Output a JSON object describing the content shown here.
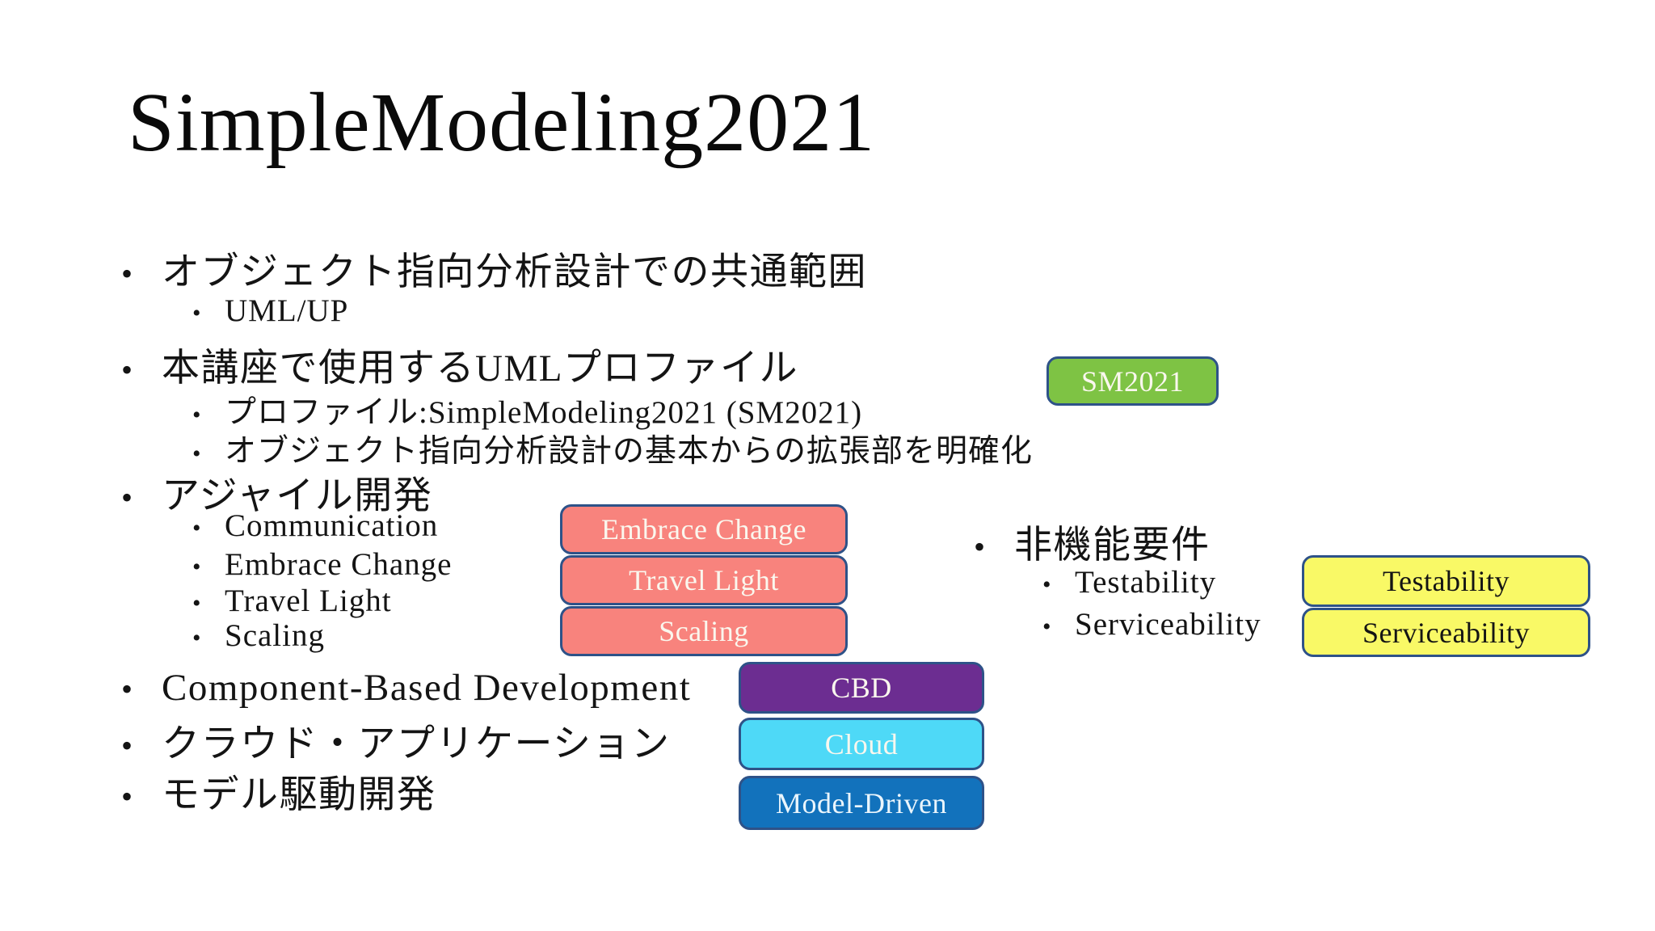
{
  "title": "SimpleModeling2021",
  "bullet_char": "•",
  "outline": [
    {
      "level": 1,
      "text": "オブジェクト指向分析設計での共通範囲"
    },
    {
      "level": 2,
      "text": "UML/UP"
    },
    {
      "level": 1,
      "text": "本講座で使用するUMLプロファイル"
    },
    {
      "level": 2,
      "text": "プロファイル:SimpleModeling2021 (SM2021)"
    },
    {
      "level": 2,
      "text": "オブジェクト指向分析設計の基本からの拡張部を明確化"
    },
    {
      "level": 1,
      "text": "アジャイル開発"
    },
    {
      "level": 2,
      "text": "Communication"
    },
    {
      "level": 2,
      "text": "Embrace Change"
    },
    {
      "level": 2,
      "text": "Travel Light"
    },
    {
      "level": 2,
      "text": "Scaling"
    },
    {
      "level": 1,
      "text": "Component-Based Development"
    },
    {
      "level": 1,
      "text": "クラウド・アプリケーション"
    },
    {
      "level": 1,
      "text": "モデル駆動開発"
    },
    {
      "level": 1,
      "text": "非機能要件"
    },
    {
      "level": 2,
      "text": "Testability"
    },
    {
      "level": 2,
      "text": "Serviceability"
    }
  ],
  "badges": [
    {
      "label": "SM2021",
      "fill": "#7EC344",
      "text_color": "#FAF7EE"
    },
    {
      "label": "Embrace Change",
      "fill": "#F8837D",
      "text_color": "#FAF7EE"
    },
    {
      "label": "Travel Light",
      "fill": "#F8837D",
      "text_color": "#FAF7EE"
    },
    {
      "label": "Scaling",
      "fill": "#F8837D",
      "text_color": "#FAF7EE"
    },
    {
      "label": "CBD",
      "fill": "#6C2D91",
      "text_color": "#FAF7EE"
    },
    {
      "label": "Cloud",
      "fill": "#4ED9F7",
      "text_color": "#FAF7EE"
    },
    {
      "label": "Model-Driven",
      "fill": "#1272BC",
      "text_color": "#EAF5FC"
    },
    {
      "label": "Testability",
      "fill": "#F9F966",
      "text_color": "#141414"
    },
    {
      "label": "Serviceability",
      "fill": "#F9F966",
      "text_color": "#141414"
    }
  ],
  "colors": {
    "background": "#FFFFFF",
    "body_text": "#141414",
    "badge_border": "#2E5288"
  }
}
